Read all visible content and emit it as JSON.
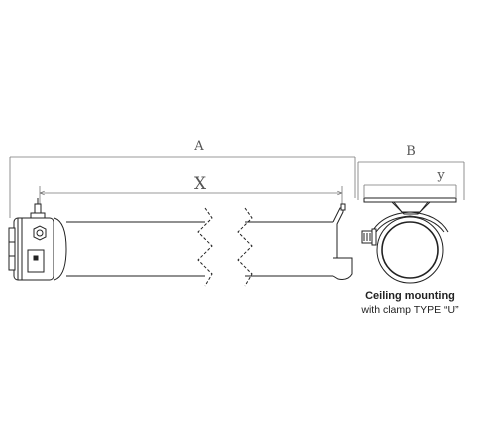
{
  "dimensions": {
    "overall_length": "A",
    "tube_length": "X",
    "clamp_width": "B",
    "clamp_inner": "y"
  },
  "caption": {
    "title": "Ceiling mounting",
    "subtitle": "with clamp TYPE “U”"
  }
}
